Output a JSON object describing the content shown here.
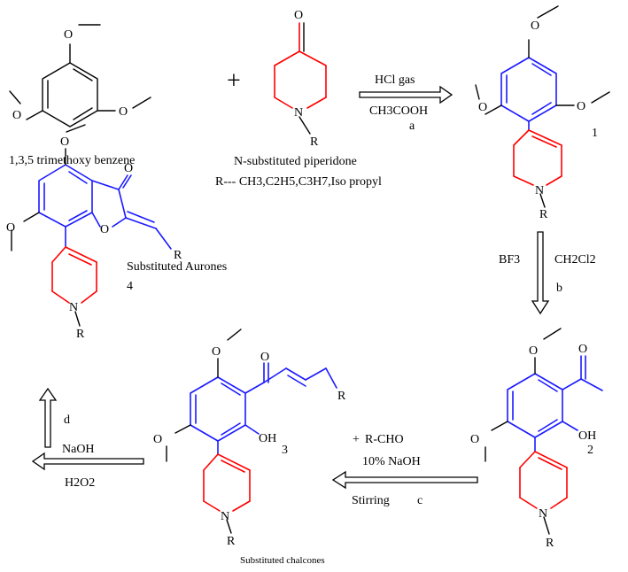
{
  "colors": {
    "ring": "#1a1aff",
    "heterocycle": "#ff0000",
    "text": "#000000"
  },
  "atoms": {
    "oxygen": "O",
    "nitrogen": "N",
    "r_group": "R",
    "hydroxyl": "OH"
  },
  "compounds": {
    "trimethoxybenzene": {
      "name": "1,3,5 trimethoxy benzene"
    },
    "piperidone": {
      "name": "N-substituted piperidone",
      "r_prefix": "R---",
      "r_values": "CH3,C2H5,C3H7,Iso propyl"
    },
    "c1": {
      "number": "1"
    },
    "c2": {
      "number": "2"
    },
    "c3": {
      "number": "3",
      "name": "Substituted chalcones"
    },
    "c4": {
      "number": "4",
      "name": "Substituted Aurones"
    }
  },
  "plus_sign": "+",
  "steps": {
    "a": {
      "reagent1": "HCl gas",
      "reagent2": "CH3COOH",
      "label": "a"
    },
    "b": {
      "reagent1": "BF3",
      "reagent2": "CH2Cl2",
      "label": "b"
    },
    "c": {
      "plus": "+",
      "reagent1": "R-CHO",
      "reagent2": "10% NaOH",
      "reagent3": "Stirring",
      "label": "c"
    },
    "d": {
      "reagent1": "NaOH",
      "reagent2": "H2O2",
      "label": "d"
    }
  }
}
